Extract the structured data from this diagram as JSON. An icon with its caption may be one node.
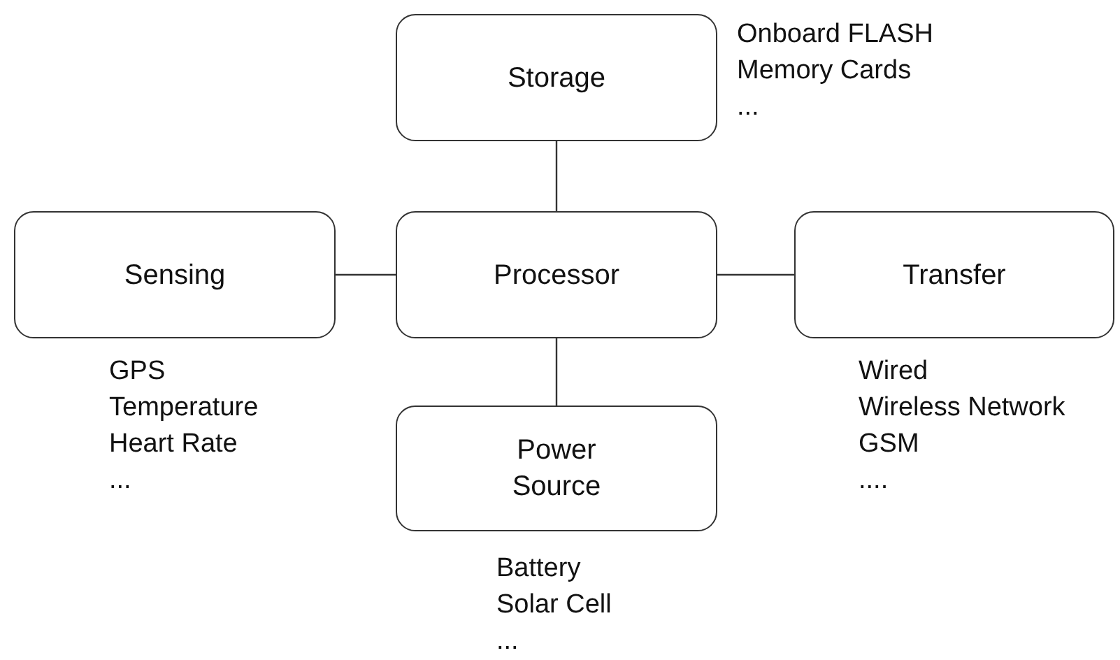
{
  "diagram": {
    "nodes": [
      {
        "text": [
          "Storage"
        ],
        "beside": [
          "Onboard FLASH",
          "Memory Cards",
          "..."
        ]
      },
      {
        "text": [
          "Sensing"
        ],
        "beside": [
          "GPS",
          "Temperature",
          "Heart Rate",
          "..."
        ]
      },
      {
        "text": [
          "Processor"
        ]
      },
      {
        "text": [
          "Transfer"
        ],
        "beside": [
          "Wired",
          "Wireless Network",
          "GSM",
          "...."
        ]
      },
      {
        "text": [
          "Power Source"
        ],
        "beside": [
          "Battery",
          "Solar Cell",
          "..."
        ]
      }
    ],
    "edges": [
      {
        "from": 2,
        "to": 0,
        "arrow": "none"
      },
      {
        "from": 1,
        "to": 2,
        "arrow": "none"
      },
      {
        "from": 2,
        "to": 3,
        "arrow": "none"
      },
      {
        "from": 2,
        "to": 4,
        "arrow": "none"
      }
    ]
  }
}
